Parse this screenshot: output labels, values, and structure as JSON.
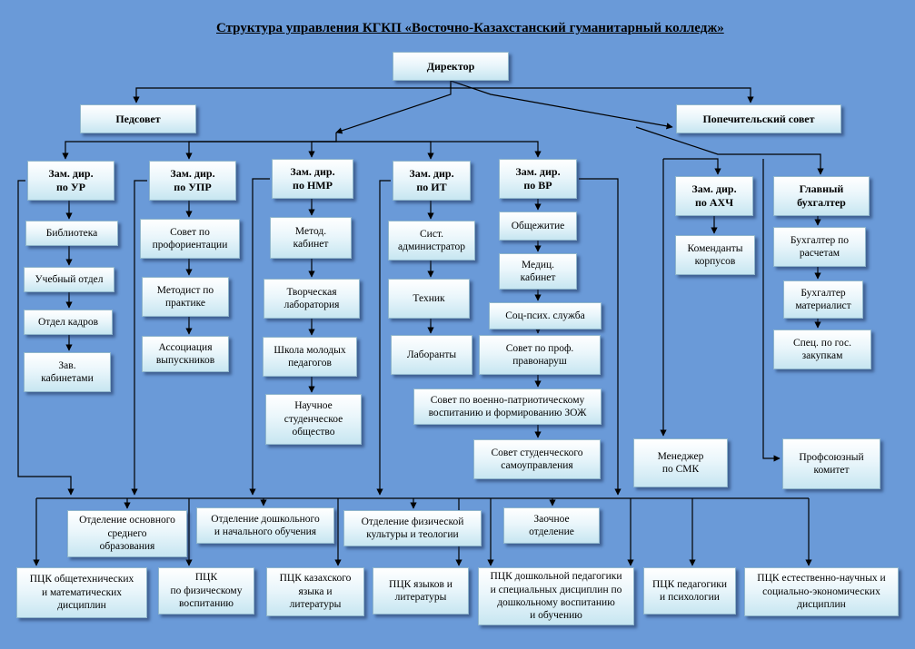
{
  "title": "Структура управления КГКП «Восточно-Казахстанский гуманитарный  колледж»",
  "nodes": {
    "director": "Директор",
    "pedsovet": "Педсовет",
    "popech": "Попечительский совет",
    "zam_ur": "Зам. дир.\nпо УР",
    "zam_upr": "Зам. дир.\nпо УПР",
    "zam_nmr": "Зам. дир.\nпо НМР",
    "zam_it": "Зам. дир.\nпо ИТ",
    "zam_vr": "Зам. дир.\nпо ВР",
    "zam_ahch": "Зам. дир.\nпо АХЧ",
    "glav_buh": "Главный\nбухгалтер",
    "biblioteka": "Библиотека",
    "uch_otdel": "Учебный отдел",
    "otdel_kadrov": "Отдел кадров",
    "zav_kab": "Зав.\nкабинетами",
    "sovet_prof": "Совет по\nпрофориентации",
    "metodist": "Методист по\nпрактике",
    "associacia": "Ассоциация\nвыпускников",
    "metod_kab": "Метод.\nкабинет",
    "tvorch_lab": "Творческая\nлаборатория",
    "shkola": "Школа молодых\nпедагогов",
    "nauch": "Научное\nстуденческое\nобщество",
    "sist_admin": "Сист.\nадминистратор",
    "tehnik": "Техник",
    "laboranty": "Лаборанты",
    "obshezhitie": "Общежитие",
    "med_kab": "Медиц.\nкабинет",
    "soc_psih": "Соц-псих. служба",
    "sovet_pravonar": "Совет по проф.\nправонаруш",
    "sovet_voen": "Совет по военно-патриотическому\nвоспитанию и формированию ЗОЖ",
    "sovet_stud": "Совет студенческого\nсамоуправления",
    "komendanty": "Коменданты\nкорпусов",
    "buh_raschet": "Бухгалтер по\nрасчетам",
    "buh_mat": "Бухгалтер\nматериалист",
    "spec_zakup": "Спец. по гос.\nзакупкам",
    "menedzher": "Менеджер\nпо СМК",
    "profsoyuz": "Профсоюзный\nкомитет",
    "otd_osn": "Отделение основного\nсреднего\nобразования",
    "otd_dosh": "Отделение дошкольного\nи начального обучения",
    "otd_fiz": "Отделение физической\nкультуры и теологии",
    "zaochnoe": "Заочное\nотделение",
    "pck_obsh": "ПЦК общетехнических\nи математических\nдисциплин",
    "pck_fiz": "ПЦК\nпо физическому\nвоспитанию",
    "pck_kaz": "ПЦК  казахского\nязыка и\nлитературы",
    "pck_yaz": "ПЦК  языков и\nлитературы",
    "pck_dosh": "ПЦК дошкольной педагогики\nи специальных дисциплин  по\nдошкольному  воспитанию\nи обучению",
    "pck_ped": "ПЦК педагогики\nи психологии",
    "pck_est": "ПЦК естественно-научных  и\nсоциально-экономических\nдисциплин"
  }
}
